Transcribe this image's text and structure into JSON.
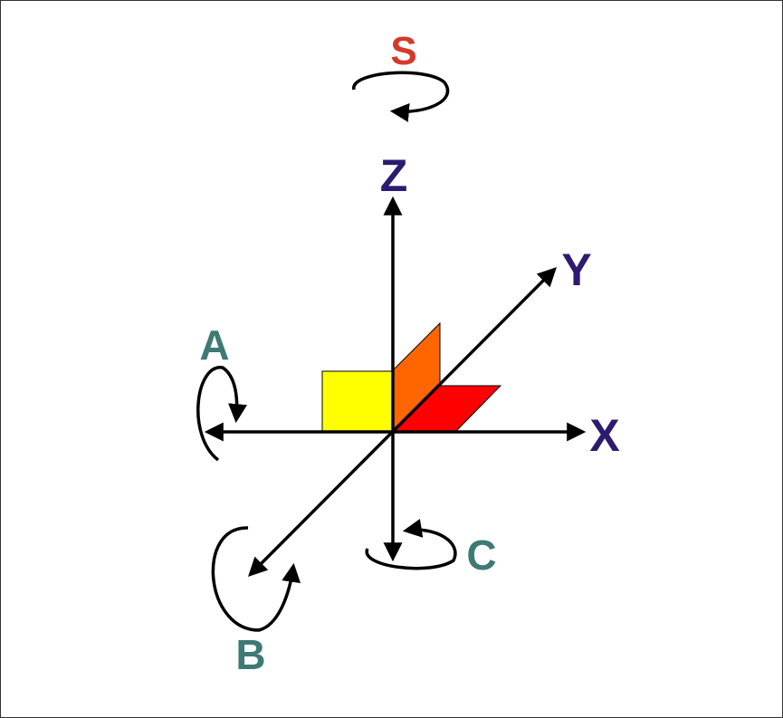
{
  "labels": {
    "s": "S",
    "z": "Z",
    "y": "Y",
    "x": "X",
    "a": "A",
    "b": "B",
    "c": "C"
  },
  "colors": {
    "axis_label": "#2e1a6e",
    "rotation_label": "#3e7a74",
    "spindle_label": "#d43a2a",
    "yellow_plane": "#ffff00",
    "orange_plane": "#ff6600",
    "red_plane": "#ff0000",
    "line": "#000000"
  }
}
